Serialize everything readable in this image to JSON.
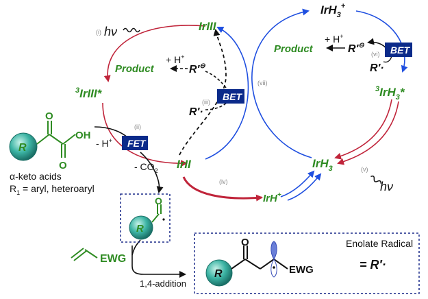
{
  "colors": {
    "green": "#2e8b22",
    "red": "#c0243a",
    "blue": "#1f4fe0",
    "navy": "#0b2a8a",
    "teal": "#3cb4a4",
    "gray": "#888888"
  },
  "species": {
    "irIII": "IrIII",
    "irIII_star_sup": "3",
    "irIII_star": "IrIII*",
    "irII": "IrII",
    "irH_plus": "IrH",
    "irH3_plus": "IrH",
    "irH3_star_sup": "3",
    "irH3_star": "IrH",
    "irH3": "IrH",
    "sub3": "3",
    "sup_plus": "+",
    "star": "*"
  },
  "labels": {
    "step_i": "(i)",
    "step_ii": "(ii)",
    "step_iii": "(iii)",
    "step_iv": "(iv)",
    "step_v": "(v)",
    "step_vi": "(vi)",
    "step_vii": "(vii)",
    "hv": "hν",
    "product": "Product",
    "h_plus": "+ H",
    "r_prime": "R′",
    "r_prime_dot": "R′·",
    "minus_h_plus": "- H",
    "minus_co2": "- CO",
    "co2_sub": "2",
    "fet": "FET",
    "bet": "BET",
    "keto_acids": "α-keto acids",
    "r1_def": "R",
    "r1_sub": "1",
    "r1_rest": " = aryl, heteroaryl",
    "oh": "OH",
    "o": "O",
    "r": "R",
    "ewg": "EWG",
    "addition": "1,4-addition",
    "enolate_title": "Enolate Radical",
    "enolate_eq": "= R′·"
  }
}
